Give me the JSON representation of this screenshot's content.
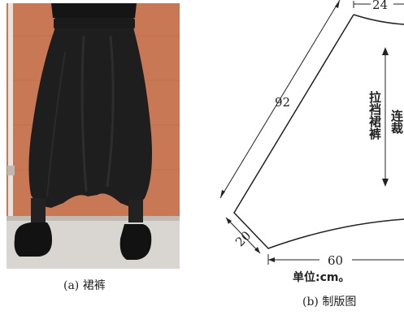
{
  "figure_a": {
    "caption": "(a) 裙裤"
  },
  "figure_b": {
    "dimensions": {
      "waist_top": "24",
      "side_length": "92",
      "hem_side": "20",
      "bottom_width": "60"
    },
    "labels": {
      "col_1": "拉裆裙裤",
      "col_2": "连裁"
    },
    "unit_text": "单位:cm。",
    "caption": "(b) 制版图"
  }
}
